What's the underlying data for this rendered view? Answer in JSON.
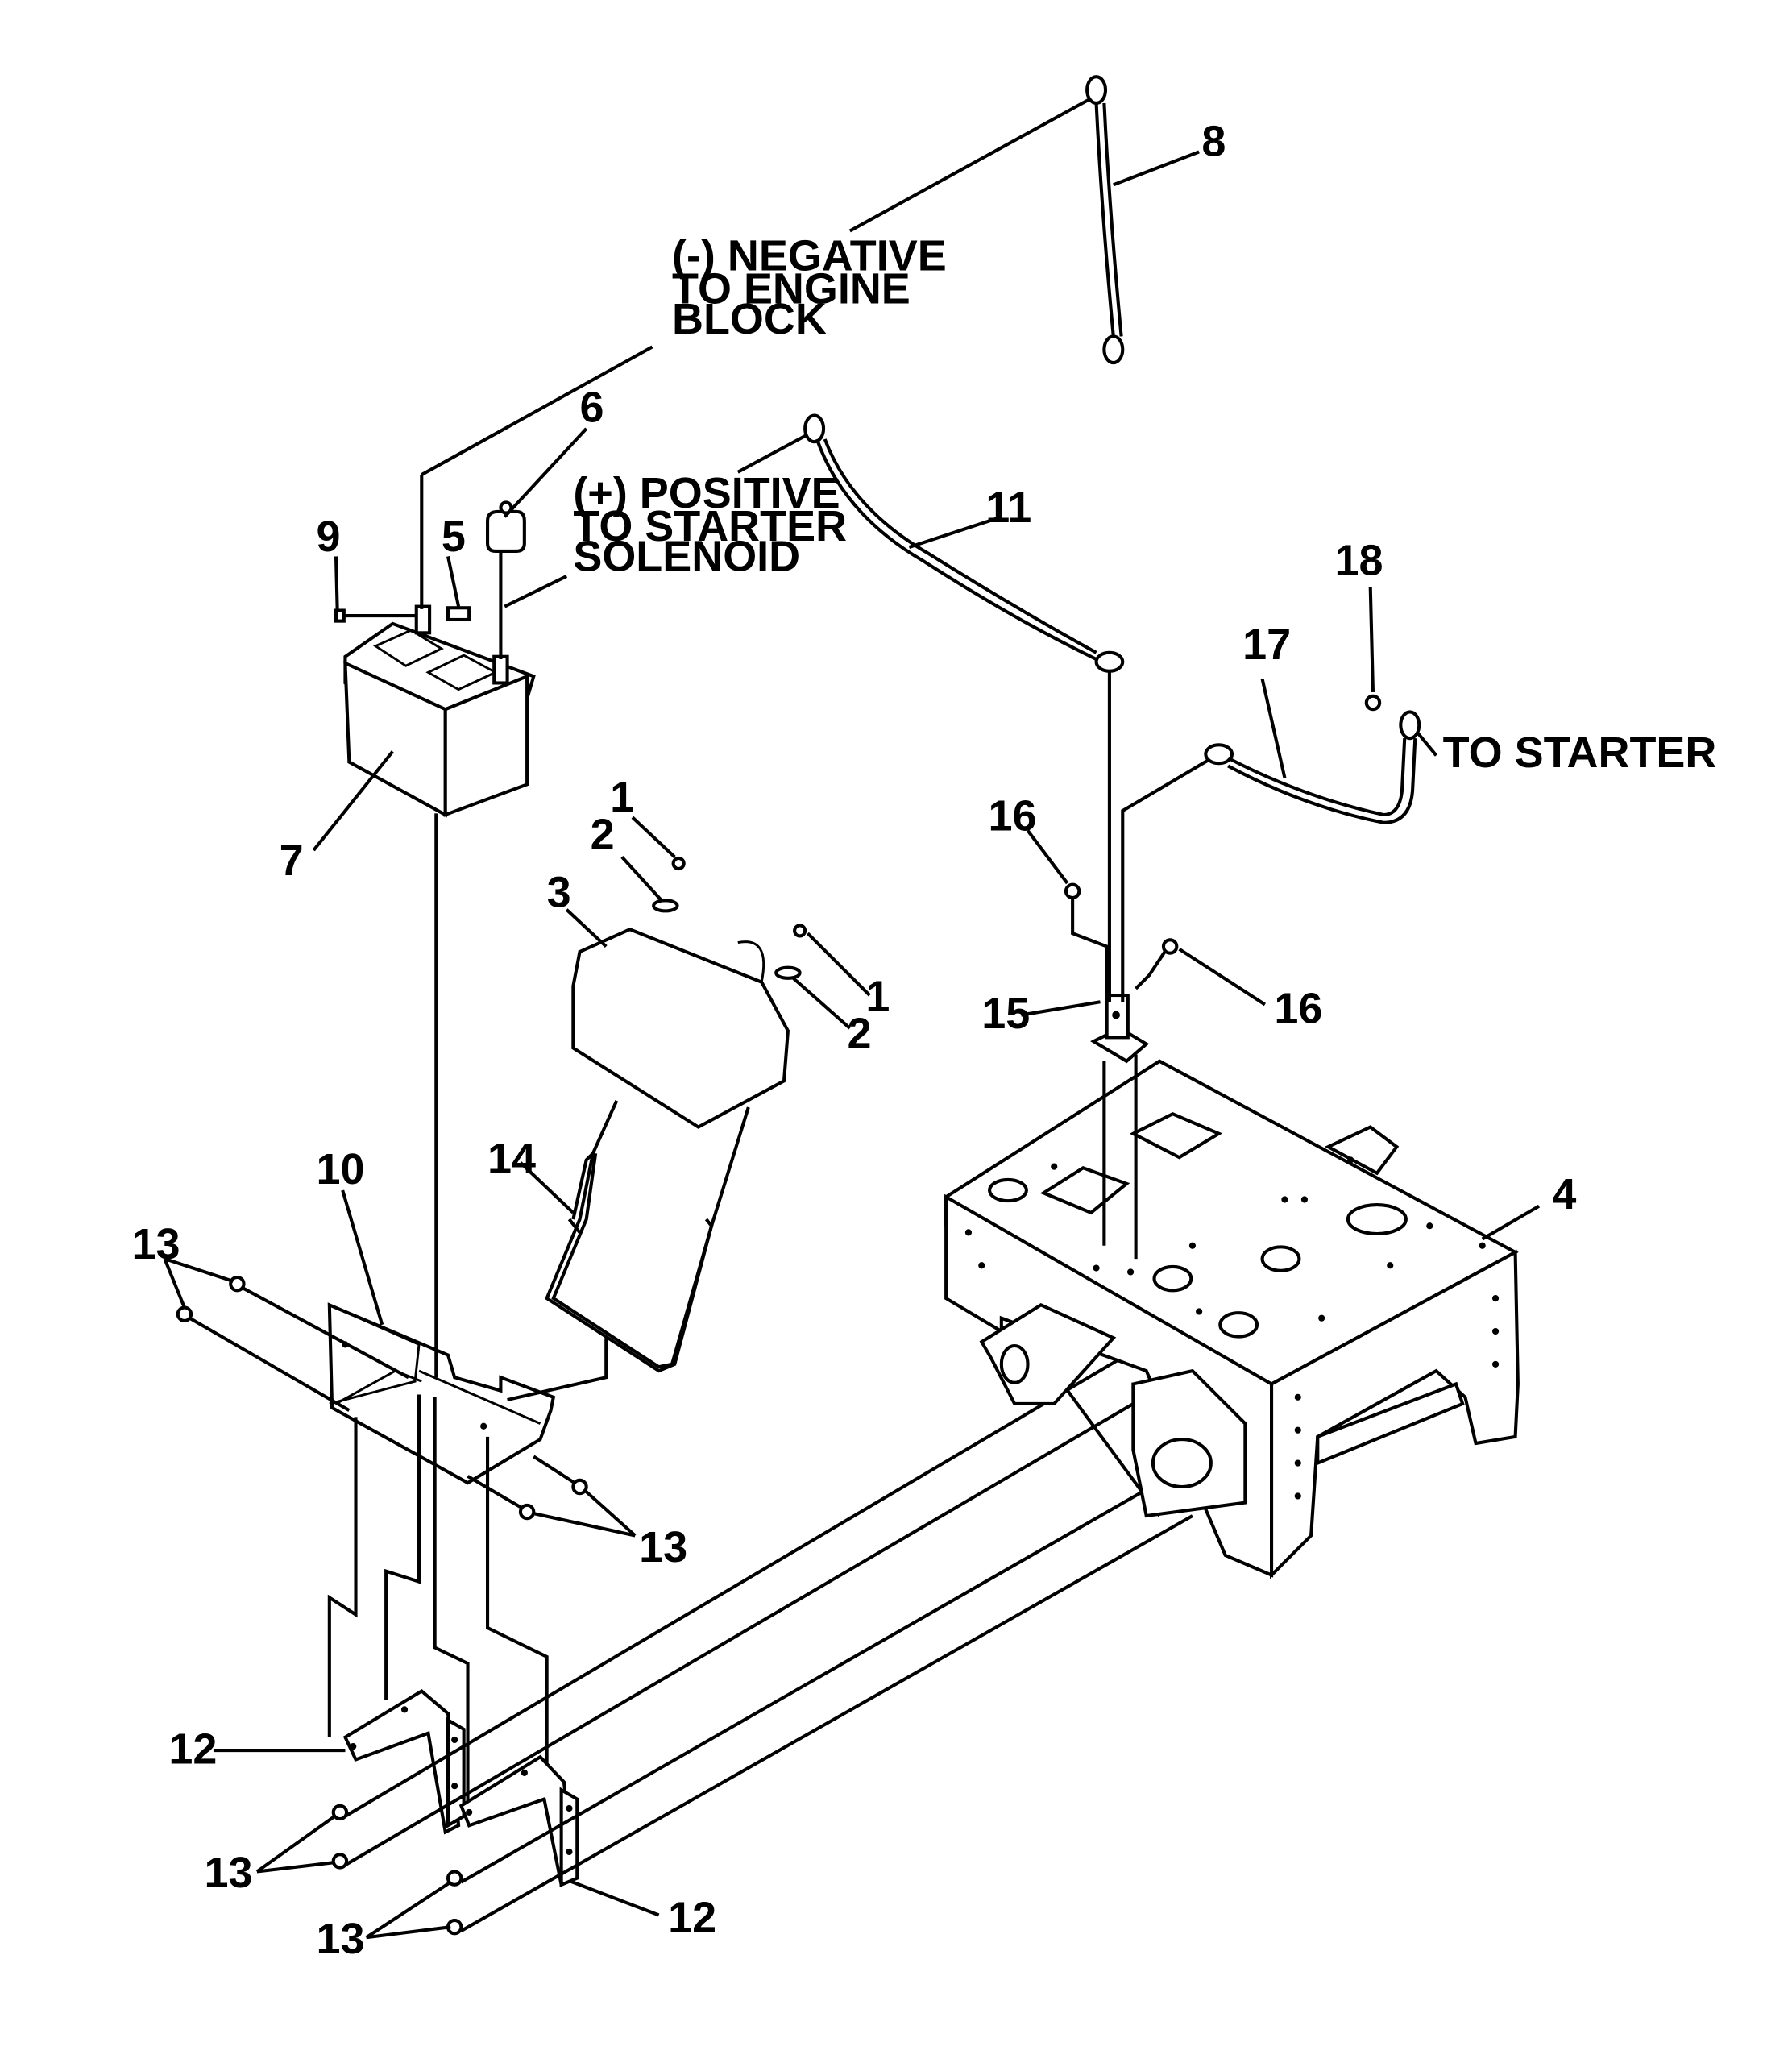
{
  "notes": {
    "negative": [
      "(-) NEGATIVE",
      "TO ENGINE",
      "BLOCK"
    ],
    "positive": [
      "(+) POSITIVE",
      "TO STARTER",
      "SOLENOID"
    ],
    "to_starter": "TO STARTER"
  },
  "callouts": {
    "n1a": "1",
    "n1b": "1",
    "n2a": "2",
    "n2b": "2",
    "n3": "3",
    "n4": "4",
    "n5": "5",
    "n6": "6",
    "n7": "7",
    "n8": "8",
    "n9": "9",
    "n10": "10",
    "n11": "11",
    "n12a": "12",
    "n12b": "12",
    "n13a": "13",
    "n13b": "13",
    "n13c": "13",
    "n13d": "13",
    "n14": "14",
    "n15": "15",
    "n16a": "16",
    "n16b": "16",
    "n17": "17",
    "n18": "18"
  }
}
